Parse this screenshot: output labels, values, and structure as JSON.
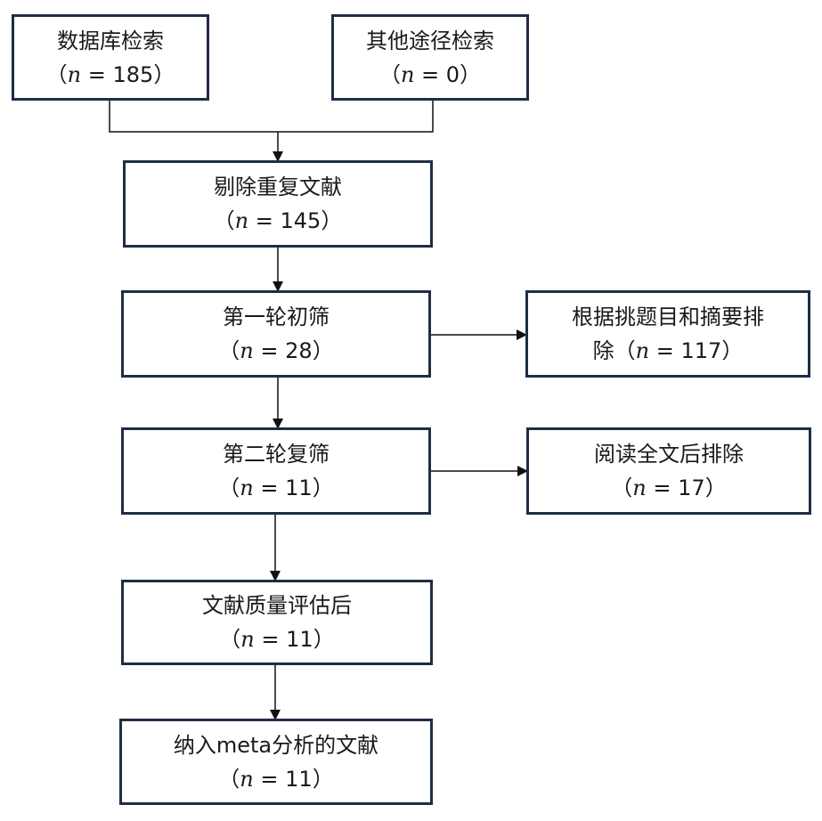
{
  "boxes": {
    "database": {
      "title": "数据库检索",
      "count": "185"
    },
    "other": {
      "title": "其他途径检索",
      "count": "0"
    },
    "dedup": {
      "title": "剔除重复文献",
      "count": "145"
    },
    "first": {
      "title": "第一轮初筛",
      "count": "28"
    },
    "exclude1": {
      "title_line1": "根据挑题目和摘要排",
      "title_line2": "除",
      "count": "117"
    },
    "second": {
      "title": "第二轮复筛",
      "count": "11"
    },
    "exclude2": {
      "title": "阅读全文后排除",
      "count": "17"
    },
    "quality": {
      "title": "文献质量评估后",
      "count": "11"
    },
    "included": {
      "title": "纳入meta分析的文献",
      "count": "11"
    }
  },
  "labels": {
    "n_symbol": "n",
    "open": "（",
    "eq": " = ",
    "close": "）"
  }
}
